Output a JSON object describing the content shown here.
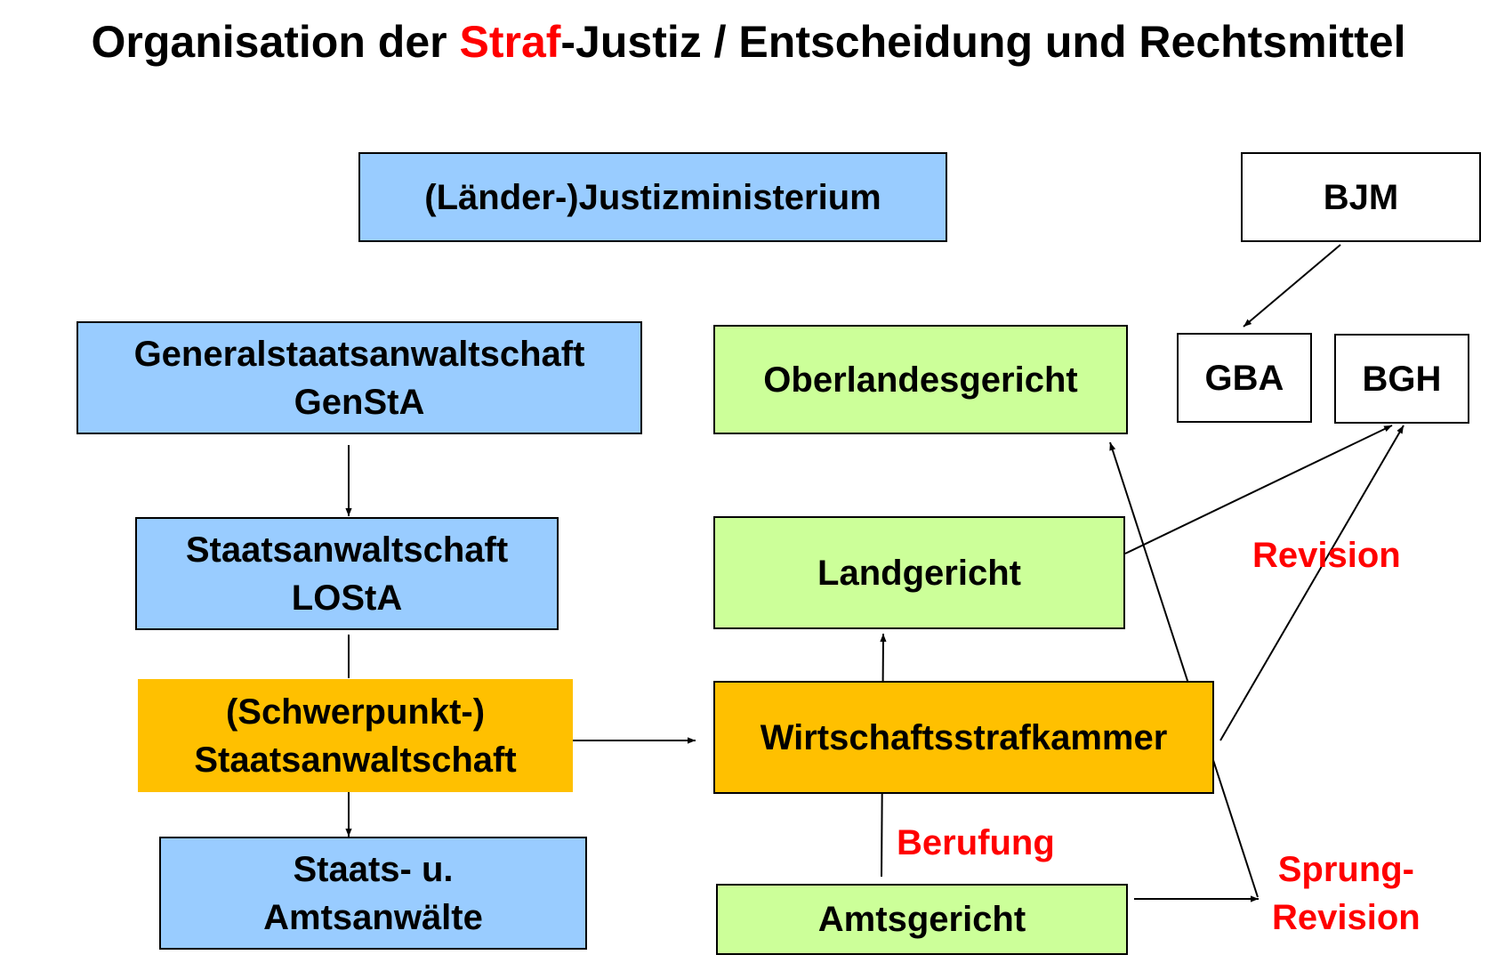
{
  "title": {
    "prefix": "Organisation der ",
    "accent": "Straf",
    "suffix": "-Justiz / Entscheidung und Rechtsmittel"
  },
  "colors": {
    "accent": "#ff0000",
    "prosecution": "#99ccff",
    "court": "#ccff99",
    "specialized": "#ffc000"
  },
  "nodes": {
    "justizministerium": "(Länder-)Justizministerium",
    "bjm": "BJM",
    "gba": "GBA",
    "bgh": "BGH",
    "genstaatsanwaltschaft": {
      "line1": "Generalstaatsanwaltschaft",
      "line2": "GenStA"
    },
    "oberlandesgericht": "Oberlandesgericht",
    "staatsanwaltschaft": {
      "line1": "Staatsanwaltschaft",
      "line2": "LOStA"
    },
    "landgericht": "Landgericht",
    "schwerpunkt": {
      "line1": "(Schwerpunkt-)",
      "line2": "Staatsanwaltschaft"
    },
    "wirtschaftsstrafkammer": "Wirtschaftsstrafkammer",
    "staats_amtsanwaelte": {
      "line1": "Staats- u.",
      "line2": "Amtsanwälte"
    },
    "amtsgericht": "Amtsgericht"
  },
  "labels": {
    "revision": "Revision",
    "berufung": "Berufung",
    "sprung_line1": "Sprung-",
    "sprung_line2": "Revision"
  }
}
